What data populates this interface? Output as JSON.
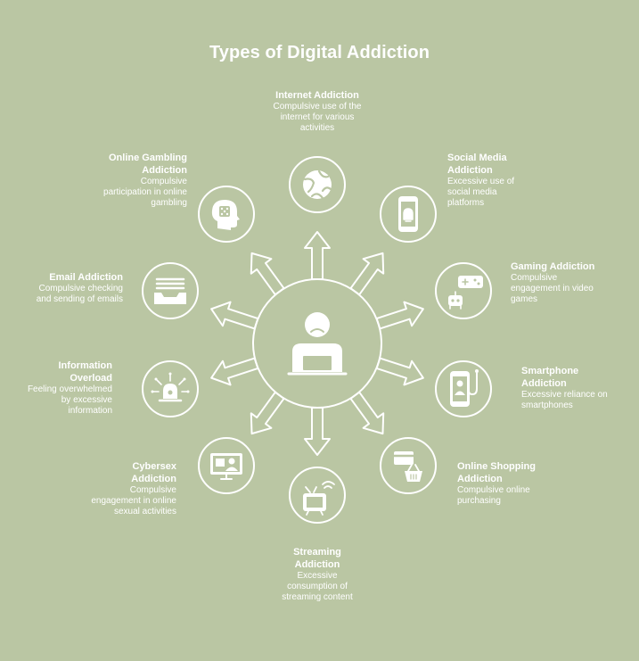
{
  "title": "Types of Digital Addiction",
  "items": [
    {
      "key": "internet",
      "title": "Internet Addiction",
      "desc": "Compulsive use of the\ninternet for various\nactivities",
      "icon": "globe-icon"
    },
    {
      "key": "social",
      "title": "Social Media\nAddiction",
      "desc": "Excessive use of\nsocial media\nplatforms",
      "icon": "phone-notification-icon"
    },
    {
      "key": "gaming",
      "title": "Gaming Addiction",
      "desc": "Compulsive\nengagement in video\ngames",
      "icon": "gamepad-robot-icon"
    },
    {
      "key": "smartphone",
      "title": "Smartphone\nAddiction",
      "desc": "Excessive reliance on\nsmartphones",
      "icon": "phone-hook-icon"
    },
    {
      "key": "shopping",
      "title": "Online Shopping\nAddiction",
      "desc": "Compulsive online\npurchasing",
      "icon": "card-basket-icon"
    },
    {
      "key": "streaming",
      "title": "Streaming\nAddiction",
      "desc": "Excessive\nconsumption of\nstreaming content",
      "icon": "tv-broadcast-icon"
    },
    {
      "key": "cybersex",
      "title": "Cybersex\nAddiction",
      "desc": "Compulsive\nengagement in online\nsexual activities",
      "icon": "monitor-person-icon"
    },
    {
      "key": "info",
      "title": "Information\nOverload",
      "desc": "Feeling overwhelmed\nby excessive\ninformation",
      "icon": "alarm-signal-icon"
    },
    {
      "key": "email",
      "title": "Email Addiction",
      "desc": "Compulsive checking\nand sending of emails",
      "icon": "inbox-tray-icon"
    },
    {
      "key": "gambling",
      "title": "Online Gambling\nAddiction",
      "desc": "Compulsive\nparticipation in online\ngambling",
      "icon": "head-dice-icon"
    }
  ],
  "center_icon": "sad-person-laptop-icon",
  "colors": {
    "background": "#bac6a3",
    "foreground": "#ffffff"
  }
}
